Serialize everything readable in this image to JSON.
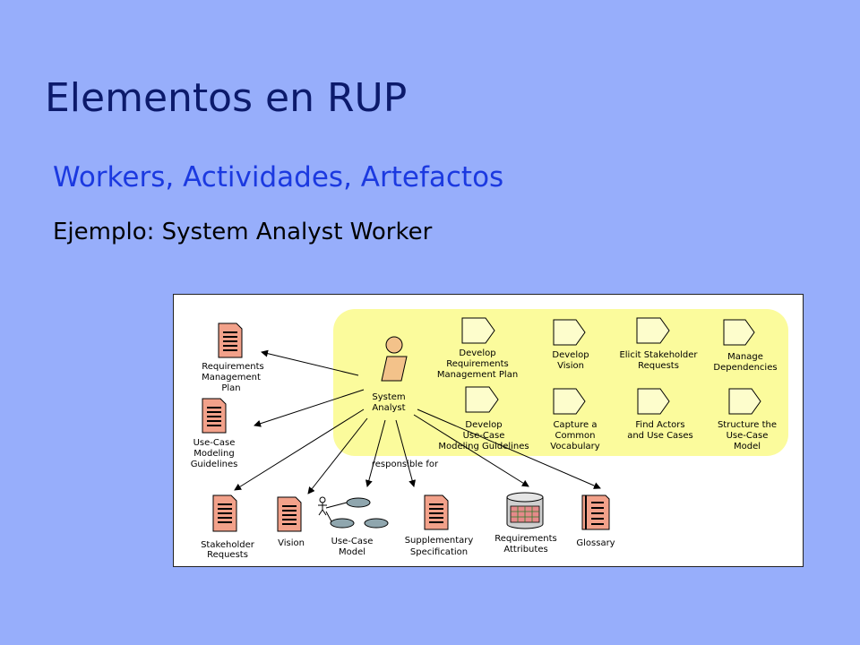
{
  "slide": {
    "title": "Elementos en RUP",
    "subtitle": "Workers, Actividades, Artefactos",
    "example": "Ejemplo: System Analyst Worker"
  },
  "diagram": {
    "worker": [
      "System",
      "Analyst"
    ],
    "relationship_label": "responsible for",
    "activities": [
      [
        "Develop",
        "Requirements",
        "Management Plan"
      ],
      [
        "Develop",
        "Vision"
      ],
      [
        "Elicit Stakeholder",
        "Requests"
      ],
      [
        "Manage",
        "Dependencies"
      ],
      [
        "Develop",
        "Use-Case",
        "Modeling Guidelines"
      ],
      [
        "Capture a",
        "Common",
        "Vocabulary"
      ],
      [
        "Find Actors",
        "and Use Cases"
      ],
      [
        "Structure the",
        "Use-Case",
        "Model"
      ]
    ],
    "artifacts": {
      "req_mgmt_plan": [
        "Requirements",
        "Management",
        "Plan"
      ],
      "uc_guidelines": [
        "Use-Case",
        "Modeling",
        "Guidelines"
      ],
      "stakeholder_requests": [
        "Stakeholder",
        "Requests"
      ],
      "vision": [
        "Vision"
      ],
      "use_case_model": [
        "Use-Case",
        "Model"
      ],
      "supp_spec": [
        "Supplementary",
        "Specification"
      ],
      "req_attributes": [
        "Requirements",
        "Attributes"
      ],
      "glossary": [
        "Glossary"
      ]
    }
  }
}
